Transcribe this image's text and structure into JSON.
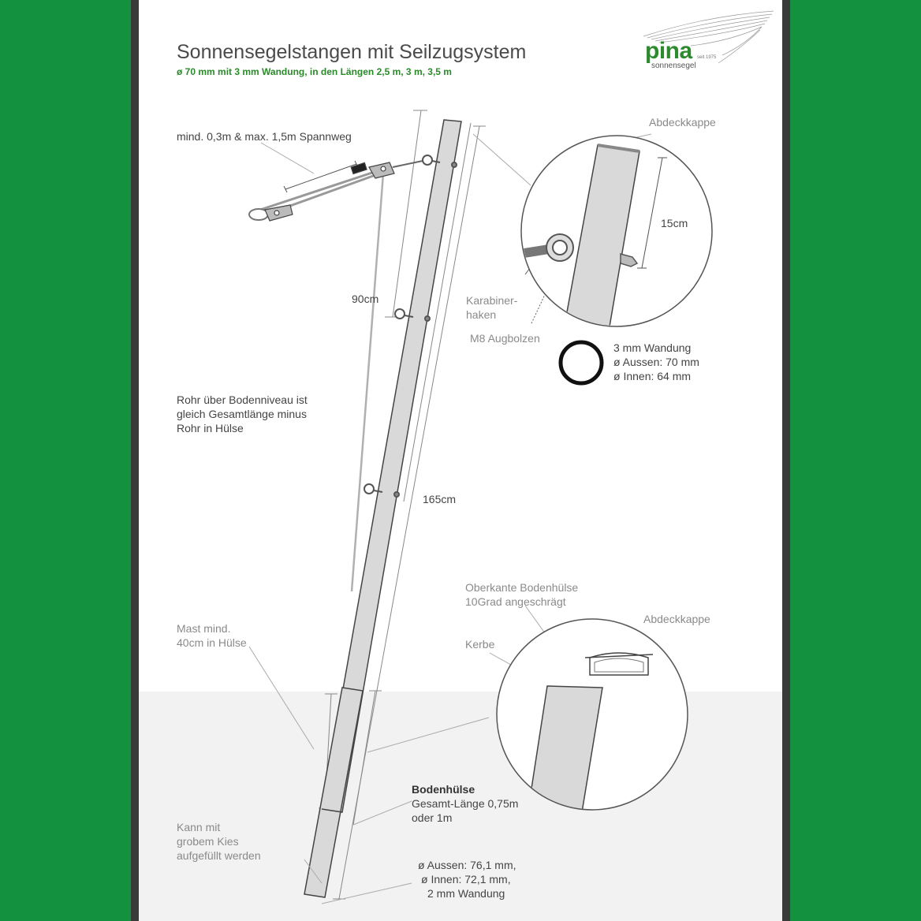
{
  "header": {
    "title": "Sonnensegelstangen mit Seilzugsystem",
    "subtitle": "ø 70 mm mit 3 mm Wandung, in den Längen 2,5 m, 3 m, 3,5 m"
  },
  "logo": {
    "brand": "pina",
    "est": "seit 1975",
    "sub": "sonnensegel"
  },
  "labels": {
    "spannweg": "mind. 0,3m & max. 1,5m Spannweg",
    "cm90": "90cm",
    "cm165": "165cm",
    "rohr_line1": "Rohr über Bodenniveau ist",
    "rohr_line2": "gleich Gesamtlänge minus",
    "rohr_line3": "Rohr in Hülse",
    "mast_line1": "Mast mind.",
    "mast_line2": "40cm in Hülse",
    "kies_line1": "Kann mit",
    "kies_line2": "grobem Kies",
    "kies_line3": "aufgefüllt werden",
    "abdeckkappe_top": "Abdeckkappe",
    "cm15": "15cm",
    "karabiner_line1": "Karabiner-",
    "karabiner_line2": "haken",
    "augbolzen": "M8 Augbolzen",
    "wand_line1": "3 mm Wandung",
    "wand_line2": "ø Aussen: 70 mm",
    "wand_line3": "ø Innen: 64 mm",
    "oberkante_line1": "Oberkante Bodenhülse",
    "oberkante_line2": "10Grad angeschrägt",
    "abdeckkappe_bottom": "Abdeckkappe",
    "kerbe": "Kerbe",
    "bodenhuelse_title": "Bodenhülse",
    "bodenhuelse_line1": "Gesamt-Länge 0,75m",
    "bodenhuelse_line2": "oder 1m",
    "huelse_line1": "ø Aussen: 76,1 mm,",
    "huelse_line2": "ø Innen: 72,1 mm,",
    "huelse_line3": "2 mm Wandung"
  },
  "colors": {
    "background": "#14913f",
    "pole_fill": "#d9d9d9",
    "accent_green": "#2a8a2a"
  }
}
